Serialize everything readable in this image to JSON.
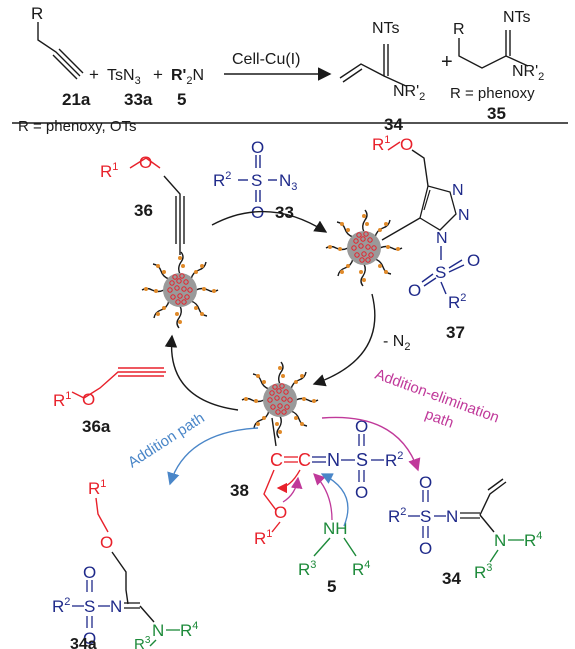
{
  "colors": {
    "black": "#1a1a1a",
    "red": "#e8212b",
    "blue": "#1f2a8a",
    "green": "#1d8a3a",
    "magenta": "#c0399a",
    "path_blue": "#4a86c8",
    "bead": "#9a9a9a",
    "dot": "#e8212b",
    "tail": "#e08a2a"
  },
  "top": {
    "reactant_R": "R",
    "plus1": "+",
    "tosyl_azide": "TsN",
    "azide_sub": "3",
    "plus2": "+",
    "amine": "R'",
    "amine_sub": "2",
    "amine_n": "N",
    "label_21a": "21a",
    "label_33a": "33a",
    "label_5": "5",
    "catalyst": "Cell-Cu(I)",
    "r_note": "R = phenoxy, OTs",
    "p34_nts": "NTs",
    "p34_nr": "NR'",
    "p34_nr_sub": "2",
    "p34_label": "34",
    "plus3": "+",
    "p35_r": "R",
    "p35_nts": "NTs",
    "p35_nr": "NR'",
    "p35_nr_sub": "2",
    "p35_note": "R = phenoxy",
    "p35_label": "35"
  },
  "cycle": {
    "c36_r1": "R",
    "c36_r1_sup": "1",
    "c36_o": "O",
    "c36_label": "36",
    "c33_r2": "R",
    "c33_r2_sup": "2",
    "c33_s": "S",
    "c33_o_top": "O",
    "c33_o_bot": "O",
    "c33_n3": "N",
    "c33_n3_sub": "3",
    "c33_label": "33",
    "c37_r1": "R",
    "c37_r1_sup": "1",
    "c37_o": "O",
    "c37_n_top": "N",
    "c37_n_mid": "N",
    "c37_n_bot": "N",
    "c37_s": "S",
    "c37_o2": "O",
    "c37_r2": "R",
    "c37_r2_sup": "2",
    "c37_label": "37",
    "minus_n2": "- N",
    "minus_n2_sub": "2",
    "c36a_r1": "R",
    "c36a_r1_sup": "1",
    "c36a_o": "O",
    "c36a_label": "36a",
    "addition_path": "Addition path",
    "addn_elim_1": "Addition-elimination",
    "addn_elim_2": "path",
    "c38_c1": "C",
    "c38_c2": "C",
    "c38_n": "N",
    "c38_s": "S",
    "c38_o_top": "O",
    "c38_o_bot": "O",
    "c38_r2": "R",
    "c38_r2_sup": "2",
    "c38_o_ring": "O",
    "c38_r1": "R",
    "c38_r1_sup": "1",
    "c38_label": "38",
    "c5_nh": "NH",
    "c5_r3": "R",
    "c5_r3_sup": "3",
    "c5_r4": "R",
    "c5_r4_sup": "4",
    "c5_label": "5",
    "p34a_r1": "R",
    "p34a_r1_sup": "1",
    "p34a_o": "O",
    "p34a_r2": "R",
    "p34a_r2_sup": "2",
    "p34a_s": "S",
    "p34a_n": "N",
    "p34a_o_top": "O",
    "p34a_o_bot": "O",
    "p34a_n2": "N",
    "p34a_r4": "R",
    "p34a_r4_sup": "4",
    "p34a_r3": "R",
    "p34a_r3_sup": "3",
    "p34a_label": "34a",
    "p34_r2": "R",
    "p34_r2_sup": "2",
    "p34_s": "S",
    "p34_n": "N",
    "p34_o_top": "O",
    "p34_o_bot": "O",
    "p34_n2": "N",
    "p34_r4": "R",
    "p34_r4_sup": "4",
    "p34_r3": "R",
    "p34_r3_sup": "3",
    "p34_label2": "34"
  }
}
